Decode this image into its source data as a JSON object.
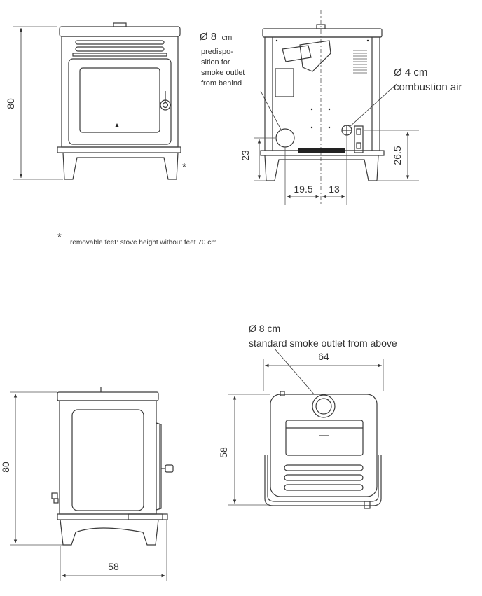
{
  "front_view": {
    "height_label": "80",
    "feet_note_marker": "*"
  },
  "back_view": {
    "smoke_outlet_diameter_prefix": "Ø 8",
    "smoke_outlet_diameter_unit": "cm",
    "smoke_outlet_note_lines": [
      "predispo-",
      "sition for",
      "smoke outlet",
      "from behind"
    ],
    "combustion_air_diameter": "Ø 4 cm",
    "combustion_air_label": "combustion air",
    "outlet_height": "23",
    "air_height": "26.5",
    "outlet_offset": "19.5",
    "air_offset": "13"
  },
  "footnote": {
    "marker": "*",
    "text": "removable feet: stove height without feet 70 cm"
  },
  "side_view": {
    "height_label": "80",
    "depth_label": "58"
  },
  "top_view": {
    "outlet_diameter": "Ø 8 cm",
    "outlet_label": "standard smoke outlet from above",
    "width_label": "64",
    "depth_label": "58"
  }
}
